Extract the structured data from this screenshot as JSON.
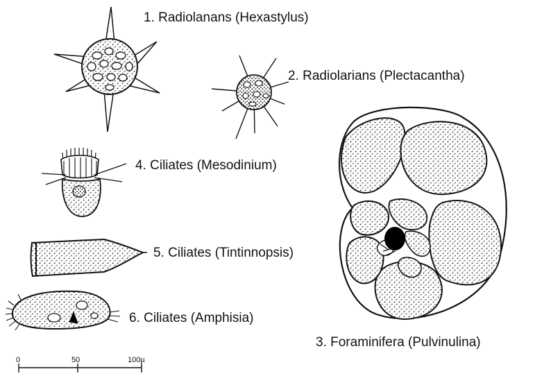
{
  "labels": {
    "radiolarians_hexastylus": "1.  Radiolanans (Hexastylus)",
    "radiolarians_plectacantha": "2.  Radiolarians (Plectacantha)",
    "foraminifera_pulvinulina": "3.  Foraminifera (Pulvinulina)",
    "ciliates_mesodinium": "4.  Ciliates (Mesodinium)",
    "ciliates_tintinnopsis": "5.  Ciliates (Tintinnopsis)",
    "ciliates_amphisia": "6.  Ciliates (Amphisia)"
  },
  "scale_bar": {
    "tick_0": "0",
    "tick_50": "50",
    "tick_100": "100µ"
  },
  "colors": {
    "ink": "#111111",
    "paper": "#ffffff"
  }
}
